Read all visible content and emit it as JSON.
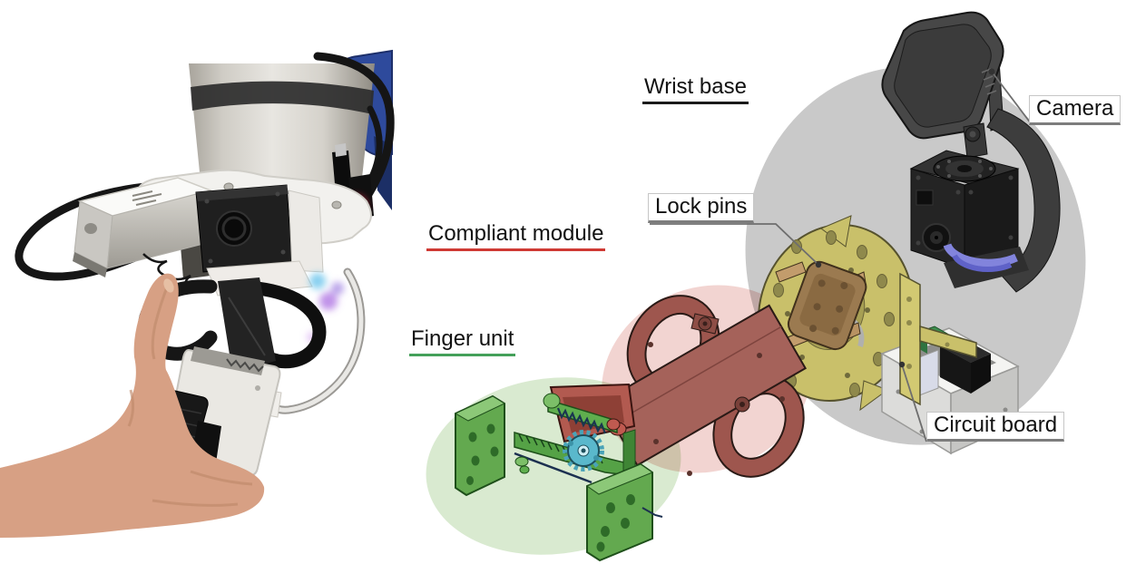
{
  "figure": {
    "photo": {
      "alt": "Photograph of the compliant gripper mounted on a robot arm, held by a human hand"
    },
    "diagram": {
      "labels": {
        "wrist_base": "Wrist base",
        "compliant_module": "Compliant module",
        "finger_unit": "Finger unit",
        "lock_pins": "Lock pins",
        "camera": "Camera",
        "circuit_board": "Circuit board"
      },
      "underline_colors": {
        "wrist_base": "#1a1a1a",
        "compliant_module": "#cf3a34",
        "finger_unit": "#44a05a"
      },
      "highlight_ellipse_colors": {
        "wrist_base": "#c9c9c9",
        "compliant_module": "#f2d4d1",
        "finger_unit": "#d9ead0"
      },
      "part_colors": {
        "finger_unit_green": "#63a94f",
        "compliant_module_red": "#9e564e",
        "wrist_plate_yellow": "#c9c06a",
        "lock_pin_tan": "#9b7a50",
        "camera_housing_dark": "#474747",
        "base_tray_gray": "#dcdcda",
        "bearing_ring_blue": "#8284dc",
        "pinion_gear_teal": "#5ab8cc"
      }
    }
  }
}
